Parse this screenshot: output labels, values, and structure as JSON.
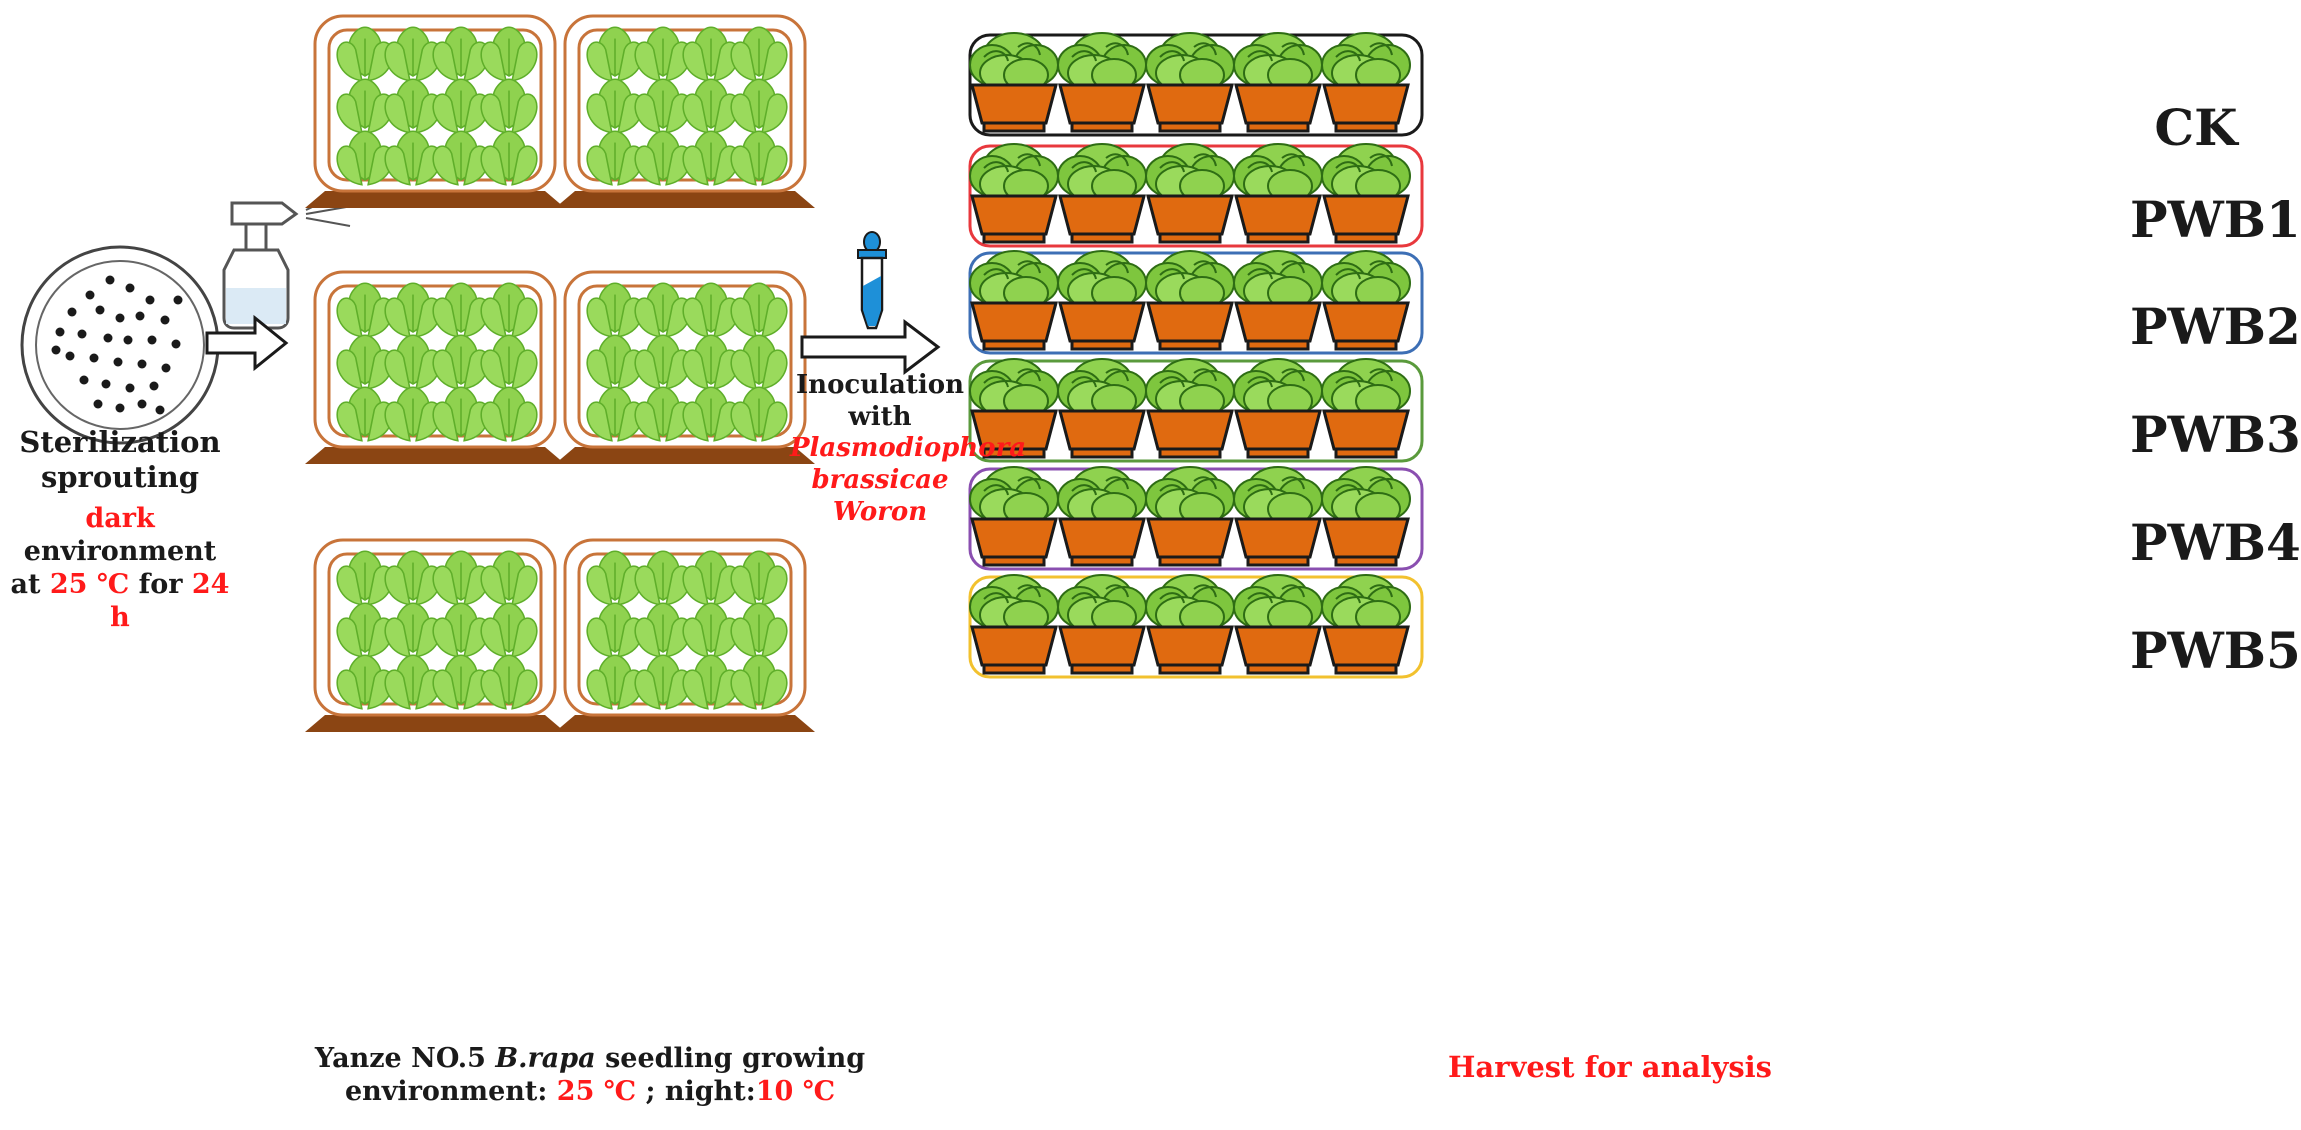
{
  "sprouting": {
    "title_line1": "Sterilization",
    "title_line2": "sprouting",
    "cond_dark": "dark",
    "cond_env": "environment",
    "cond_at": "at",
    "cond_temp": "25 ℃",
    "cond_for": "for",
    "cond_time": "24 h"
  },
  "seedling": {
    "line1_prefix": "Yanze NO.5",
    "species": "B.rapa",
    "line1_suffix": "seedling growing",
    "line2_prefix": "environment:",
    "day_temp": "25 ℃",
    "separator": ";",
    "night_label": "night:",
    "night_temp": "10 ℃"
  },
  "inoculation": {
    "line1": "Inoculation",
    "line2": "with",
    "pathogen_line1": "Plasmodiophora",
    "pathogen_line2": "brassicae Woron"
  },
  "harvest": {
    "label": "Harvest for analysis"
  },
  "groups": [
    {
      "name": "CK",
      "color": "#1a1a1a"
    },
    {
      "name": "PWB1",
      "color": "#e8383d"
    },
    {
      "name": "PWB2",
      "color": "#3d6fb5"
    },
    {
      "name": "PWB3",
      "color": "#5a9a3c"
    },
    {
      "name": "PWB4",
      "color": "#8a4fb0"
    },
    {
      "name": "PWB5",
      "color": "#f2c12e"
    }
  ],
  "colors": {
    "tray": "#c8743a",
    "tray_base": "#8b4513",
    "leaf": "#8fd24f",
    "leaf_dark": "#5fae2a",
    "pot": "#e06a10",
    "accent_red": "#ff1a1a",
    "pipette_blue": "#1e90d8"
  },
  "icons": [
    "petri-dish-icon",
    "spray-bottle-icon",
    "pipette-icon",
    "arrow-right-icon",
    "seedling-tray-icon",
    "potted-cabbage-icon"
  ]
}
